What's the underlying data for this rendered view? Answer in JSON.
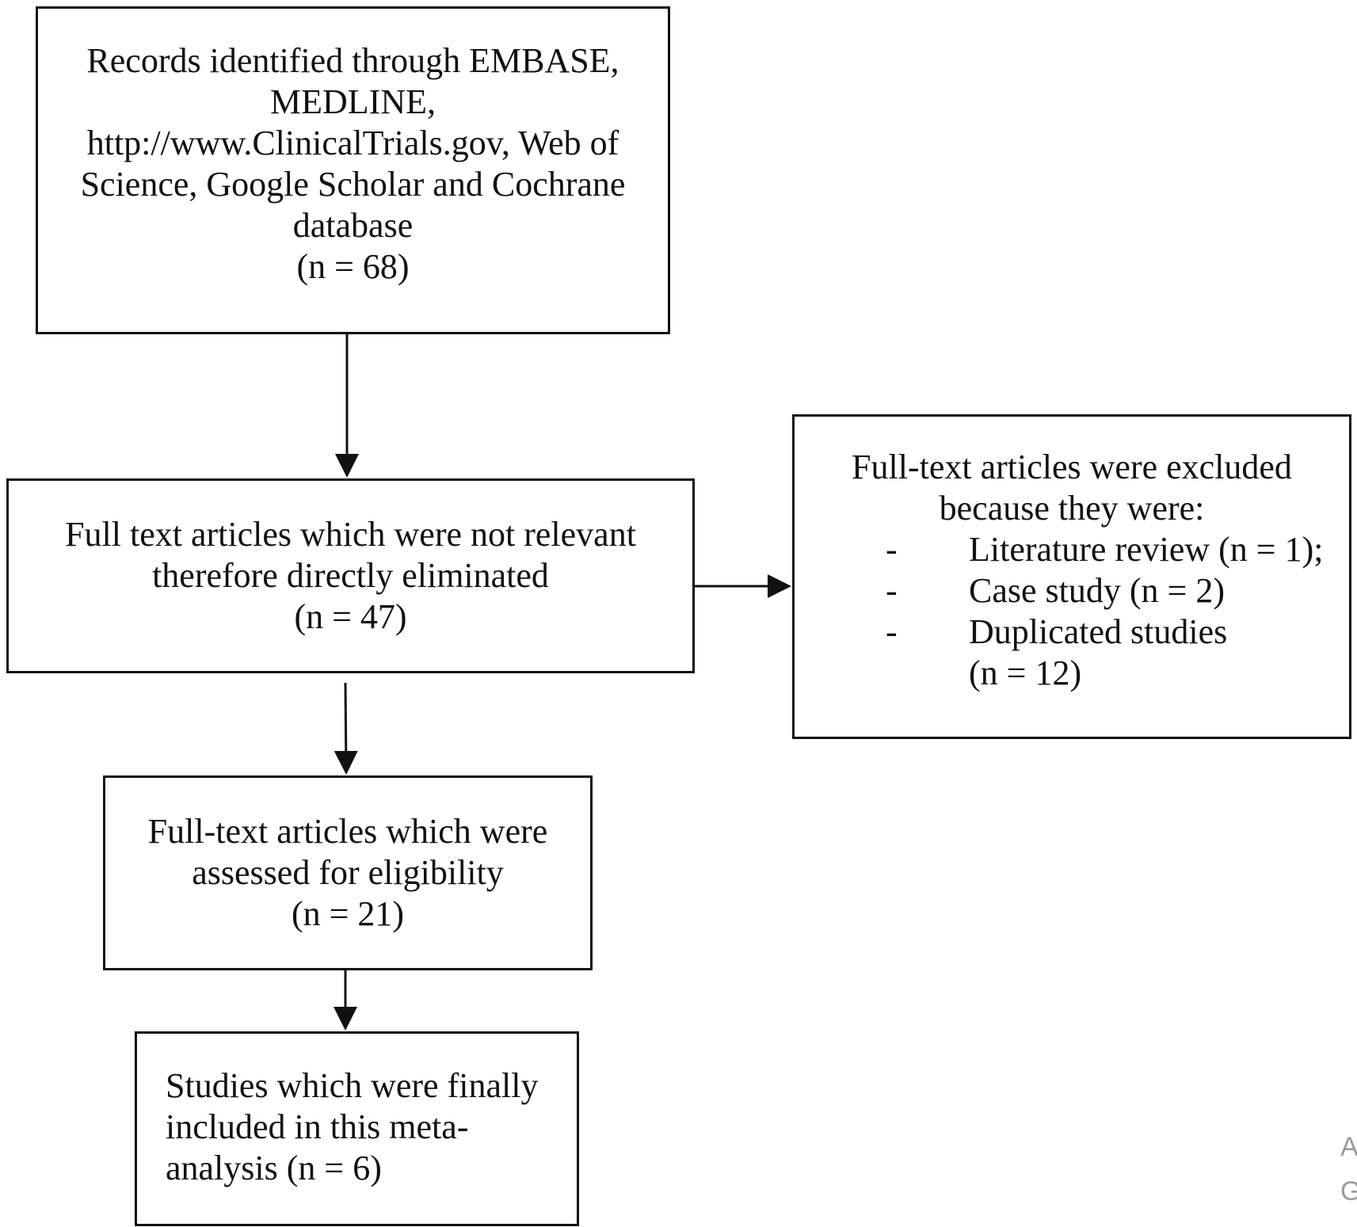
{
  "flowchart": {
    "records_identified": {
      "lines": [
        "Records identified through EMBASE,",
        "MEDLINE,",
        "http://www.ClinicalTrials.gov, Web of",
        "Science, Google Scholar and Cochrane",
        "database",
        "(n = 68)"
      ]
    },
    "not_relevant": {
      "lines": [
        "Full text articles which were not relevant",
        "therefore directly eliminated",
        "(n = 47)"
      ]
    },
    "excluded": {
      "heading_lines": [
        "Full-text articles were excluded",
        "because they were:"
      ],
      "bullet_marker": "-",
      "reasons": [
        "Literature review (n = 1);",
        "Case study (n = 2)",
        "Duplicated studies"
      ],
      "last_reason_continuation": "(n = 12)"
    },
    "assessed": {
      "lines": [
        "Full-text articles which were",
        "assessed for eligibility",
        "(n = 21)"
      ]
    },
    "included": {
      "lines": [
        "Studies which were finally",
        "included in this meta-",
        "analysis (n = 6)"
      ]
    }
  },
  "corner_marks": [
    "A",
    "G"
  ]
}
